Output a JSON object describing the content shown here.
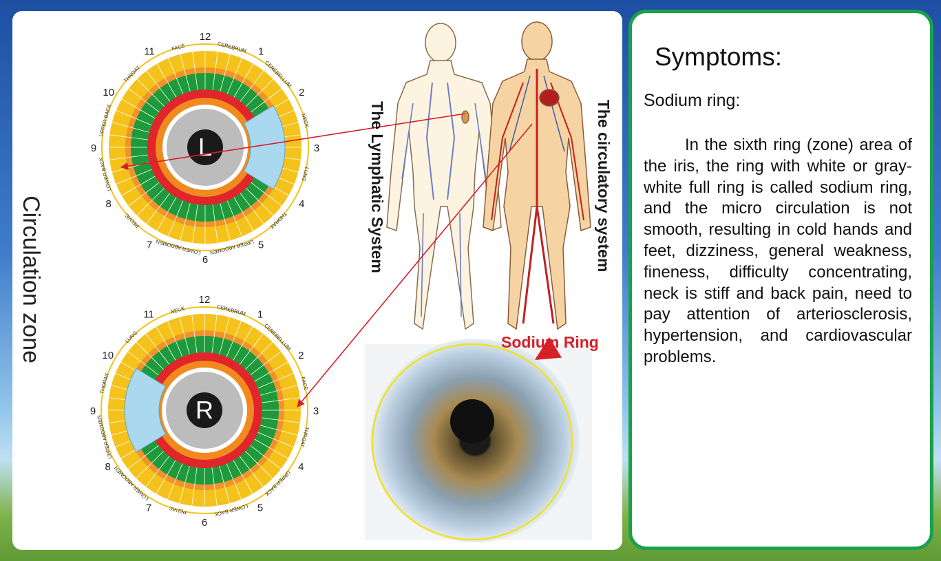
{
  "zone_title": "Circulation zone",
  "lymphatic_label": "The Lymphatic System",
  "circulatory_label": "The circulatory system",
  "sodium_ring_label": "Sodium Ring",
  "left_chart": {
    "center_letter": "L",
    "numbers": [
      "12",
      "1",
      "2",
      "3",
      "4",
      "5",
      "6",
      "7",
      "8",
      "9",
      "10",
      "11"
    ],
    "labels": [
      "CEREBRUM",
      "CEREBELLUM",
      "NECK",
      "LUNG",
      "THORAX",
      "UPPER ABDOMEN",
      "LOWER ABDOMEN",
      "PELVIC",
      "LOWER BACK",
      "UPPER BACK",
      "THROAT",
      "FACE"
    ]
  },
  "right_chart": {
    "center_letter": "R",
    "numbers": [
      "12",
      "1",
      "2",
      "3",
      "4",
      "5",
      "6",
      "7",
      "8",
      "9",
      "10",
      "11"
    ],
    "labels": [
      "CEREBRUM",
      "CEREBELLUM",
      "FACE",
      "THROAT",
      "UPPER BACK",
      "LOWER BACK",
      "PELVIC",
      "LOWER ABDOMEN",
      "UPPER ABDOMEN",
      "THORAX",
      "LUNG",
      "NECK"
    ]
  },
  "symptoms": {
    "title": "Symptoms:",
    "subtitle": "Sodium  ring:",
    "body": "In the sixth ring (zone) area of the iris, the ring with white or gray-white full ring is called sodium ring, and the micro circulation is not smooth, resulting in cold hands and feet, dizziness, general weakness, fineness, difficulty concentrating, neck is stiff and back pain, need to pay attention of arteriosclerosis, hypertension, and cardiovascular problems."
  },
  "colors": {
    "accent_green": "#1aa14a",
    "arrow_red": "#d61f26",
    "chart_yellow": "#f4c21b",
    "chart_green": "#1e9a3c",
    "chart_red": "#e0262b",
    "chart_orange": "#f0932a"
  }
}
